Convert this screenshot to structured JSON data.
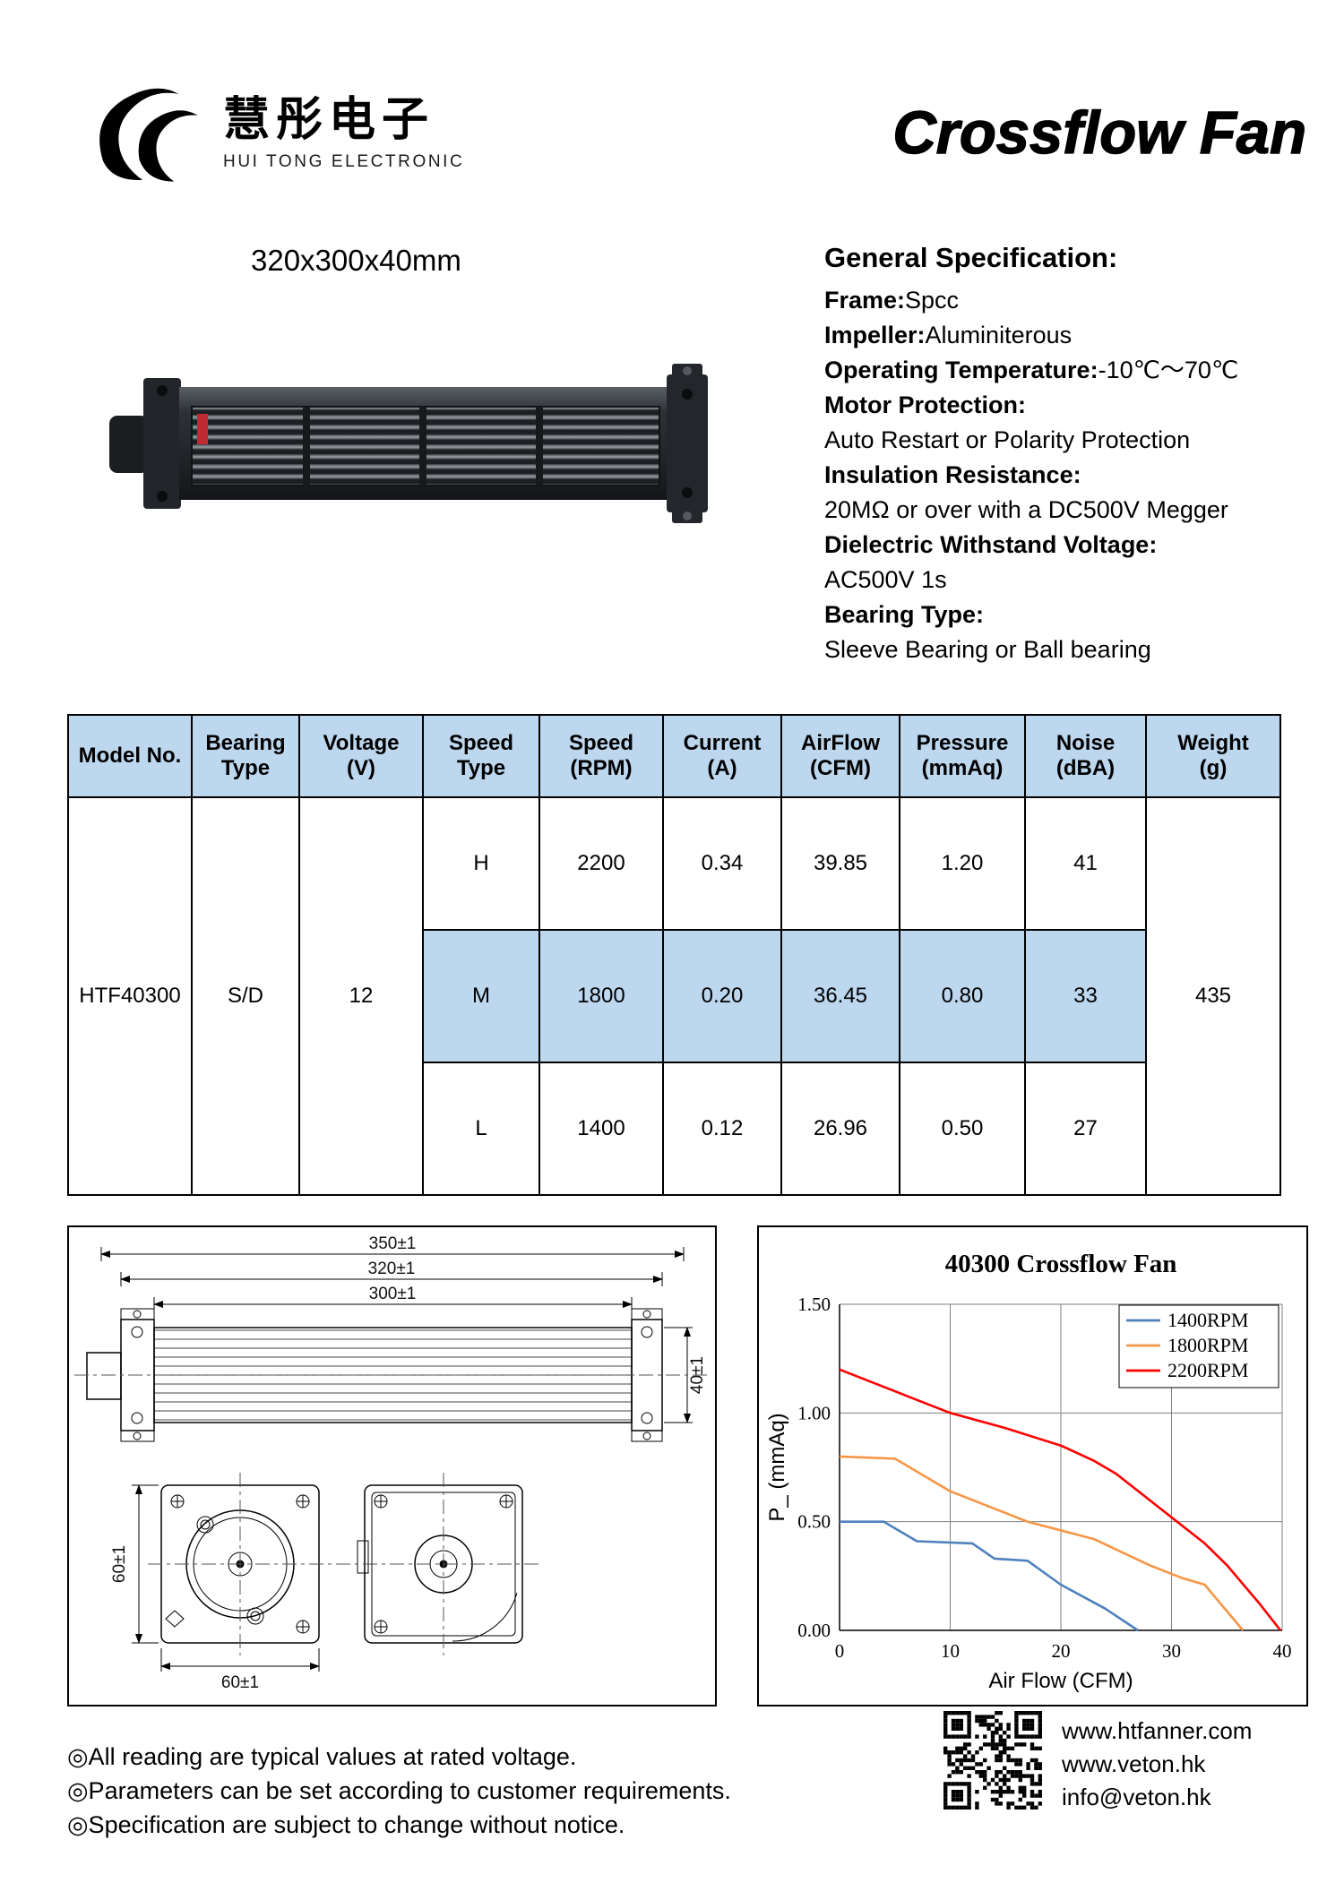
{
  "header": {
    "logo": {
      "brand_cn": "慧彤电子",
      "brand_en": "HUI TONG ELECTRONIC"
    },
    "product_title": "Crossflow Fan",
    "dimensions": "320x300x40mm"
  },
  "general_spec": {
    "heading": "General Specification:",
    "lines": [
      {
        "b": "Frame:",
        "p": "Spcc"
      },
      {
        "b": "Impeller:",
        "p": "Aluminiterous"
      },
      {
        "b": "Operating Temperature:",
        "p": "-10℃～70℃"
      },
      {
        "b": "Motor Protection:",
        "p": ""
      },
      {
        "b": "",
        "p": "Auto Restart or Polarity Protection"
      },
      {
        "b": "Insulation Resistance:",
        "p": ""
      },
      {
        "b": "",
        "p": "20MΩ or over with a DC500V Megger"
      },
      {
        "b": "Dielectric Withstand Voltage:",
        "p": ""
      },
      {
        "b": "",
        "p": "AC500V 1s"
      },
      {
        "b": "Bearing Type:",
        "p": ""
      },
      {
        "b": "",
        "p": "Sleeve Bearing or Ball bearing"
      }
    ]
  },
  "spec_table": {
    "headers": [
      "Model No.",
      "Bearing\nType",
      "Voltage\n(V)",
      "Speed Type",
      "Speed\n(RPM)",
      "Current\n(A)",
      "AirFlow\n(CFM)",
      "Pressure\n(mmAq)",
      "Noise\n(dBA)",
      "Weight\n(g)"
    ],
    "model": "HTF40300",
    "bearing_type": "S/D",
    "voltage": "12",
    "weight": "435",
    "rows": [
      {
        "speed_type": "H",
        "speed": "2200",
        "current": "0.34",
        "airflow": "39.85",
        "pressure": "1.20",
        "noise": "41"
      },
      {
        "speed_type": "M",
        "speed": "1800",
        "current": "0.20",
        "airflow": "36.45",
        "pressure": "0.80",
        "noise": "33"
      },
      {
        "speed_type": "L",
        "speed": "1400",
        "current": "0.12",
        "airflow": "26.96",
        "pressure": "0.50",
        "noise": "27"
      }
    ]
  },
  "drawing": {
    "dim_350": "350±1",
    "dim_320": "320±1",
    "dim_300": "300±1",
    "dim_40": "40±1",
    "dim_60_left": "60±1",
    "dim_60_bottom": "60±1"
  },
  "chart_data": {
    "type": "line",
    "title": "40300 Crossflow Fan",
    "xlabel": "Air Flow (CFM)",
    "ylabel": "P_ (mmAq)",
    "xlim": [
      0,
      40
    ],
    "ylim": [
      0,
      1.5
    ],
    "xticks": [
      0,
      10,
      20,
      30,
      40
    ],
    "yticks": [
      "0.00",
      "0.50",
      "1.00",
      "1.50"
    ],
    "grid": true,
    "legend_position": "top-right",
    "series": [
      {
        "name": "1400RPM",
        "color": "#4f81bd",
        "points": [
          [
            0,
            0.5
          ],
          [
            4,
            0.5
          ],
          [
            7,
            0.41
          ],
          [
            12,
            0.4
          ],
          [
            14,
            0.33
          ],
          [
            17,
            0.32
          ],
          [
            20,
            0.21
          ],
          [
            24,
            0.1
          ],
          [
            26.96,
            0.0
          ]
        ]
      },
      {
        "name": "1800RPM",
        "color": "#f79646",
        "points": [
          [
            0,
            0.8
          ],
          [
            5,
            0.79
          ],
          [
            10,
            0.64
          ],
          [
            13,
            0.58
          ],
          [
            17,
            0.5
          ],
          [
            20,
            0.46
          ],
          [
            23,
            0.42
          ],
          [
            28,
            0.3
          ],
          [
            31,
            0.24
          ],
          [
            33,
            0.21
          ],
          [
            36.45,
            0.0
          ]
        ]
      },
      {
        "name": "2200RPM",
        "color": "#ff0000",
        "points": [
          [
            0,
            1.2
          ],
          [
            5,
            1.1
          ],
          [
            10,
            1.0
          ],
          [
            15,
            0.93
          ],
          [
            20,
            0.85
          ],
          [
            23,
            0.78
          ],
          [
            25,
            0.72
          ],
          [
            28,
            0.6
          ],
          [
            30,
            0.52
          ],
          [
            33,
            0.4
          ],
          [
            35,
            0.3
          ],
          [
            38,
            0.12
          ],
          [
            39.85,
            0.0
          ]
        ]
      }
    ]
  },
  "footer": {
    "notes": [
      "◎All reading are typical values at rated voltage.",
      "◎Parameters can be set according to customer requirements.",
      "◎Specification are subject to change without notice."
    ],
    "links": [
      "www.htfanner.com",
      "www.veton.hk",
      "info@veton.hk"
    ]
  },
  "colors": {
    "table_header_bg": "#bdd7ee",
    "row_highlight_bg": "#bdd7ee"
  }
}
